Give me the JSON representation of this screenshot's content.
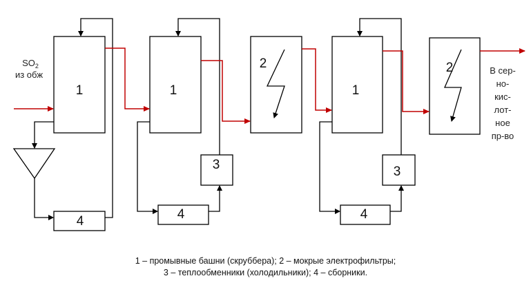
{
  "labels": {
    "scrubber": "1",
    "electrofilter": "2",
    "heat_exchanger": "3",
    "collector": "4"
  },
  "input": {
    "line1": "SO",
    "sub": "2",
    "line2": "из обж"
  },
  "output": {
    "lines": [
      "В сер-",
      "но-",
      "кис-",
      "лот-",
      "ное",
      "пр-во"
    ]
  },
  "caption": {
    "line1": "1 – промывные башни (скруббера); 2 – мокрые электрофильтры;",
    "line2": "3 – теплообменники (холодильники); 4 – сборники."
  },
  "colors": {
    "gas_flow": "#c00000",
    "liquid_flow": "#000000"
  }
}
